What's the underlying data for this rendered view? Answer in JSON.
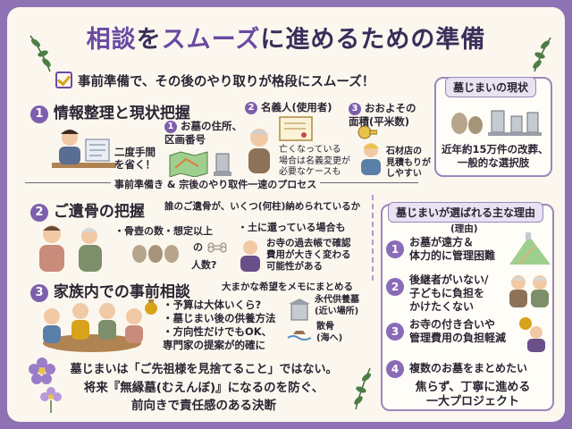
{
  "title": {
    "p1": "相談",
    "p2": "を",
    "p3": "スムーズ",
    "p4": "に進めるための準備"
  },
  "subheading": "事前準備で、その後のやり取りが格段にスムーズ！",
  "step1": {
    "number": "1",
    "heading": "情報整理と現状把握",
    "speech": "二度手間\nを省く！",
    "item1": {
      "number": "1",
      "text": "お墓の住所、\n区画番号"
    },
    "item2": {
      "number": "2",
      "label": "名義人(使用者)",
      "note": "亡くなっている\n場合は名義変更が\n必要なケースも"
    },
    "item3": {
      "number": "3",
      "label": "おおよその\n面積(平米数)",
      "note": "石材店の\n見積もりが\nしやすい"
    },
    "footer": "事前準備き & 宗後のやり取件一速のプロセス"
  },
  "status_box": {
    "tab": "墓じまいの現状",
    "text": "近年約15万件の改葬、\n一般的な選択肢"
  },
  "step2": {
    "number": "2",
    "heading": "ご遺骨の把握",
    "question": "誰のご遺骨が、いくつ(何柱)納められているか",
    "item1": "・骨壺の数・想定以上",
    "item1b": "の",
    "item1c": "人数?",
    "item2": "・土に還っている場合も",
    "item3": "お寺の過去帳で確認\n費用が大きく変わる\n可能性がある"
  },
  "step3": {
    "number": "3",
    "heading": "家族内での事前相談",
    "sub": "大まかな希望をメモにまとめる",
    "bullets": [
      "予算は大体いくら?",
      "墓じまい後の供養方法",
      "方向性だけでもOK、\n専門家の提案が的確に"
    ],
    "opt1": "永代供養墓\n(近い場所)",
    "opt2": "散骨\n(海へ)"
  },
  "reasons": {
    "tab": "墓じまいが選ばれる主な理由",
    "sub": "(理由)",
    "items": [
      {
        "n": "1",
        "text": "お墓が遠方＆\n体力的に管理困難"
      },
      {
        "n": "2",
        "text": "後継者がいない/\n子どもに負担を\nかけたくない"
      },
      {
        "n": "3",
        "text": "お寺の付き合いや\n管理費用の負担軽減"
      },
      {
        "n": "4",
        "text": "複数のお墓をまとめたい"
      }
    ],
    "closing": "焦らず、丁寧に進める\n一大プロジェクト"
  },
  "bottom": {
    "line1": "墓じまいは「ご先祖様を見捨てること」ではない。",
    "line2": "将来『無縁墓(むえんぼ)』になるのを防ぐ、",
    "line3": "前向きで責任感のある決断"
  },
  "colors": {
    "background": "#8e72b3",
    "card": "#fbf7ee",
    "accent": "#7d5fae",
    "gold": "#d9a21b"
  }
}
